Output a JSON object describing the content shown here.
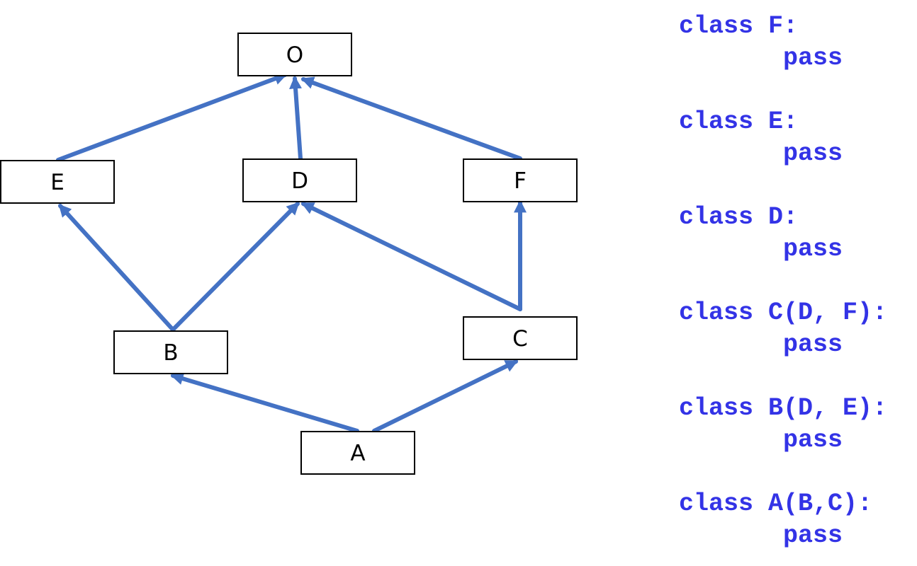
{
  "colors": {
    "edge": "#4472c4",
    "code": "#3333e6",
    "box_stroke": "#000000"
  },
  "nodes": [
    {
      "id": "O",
      "label": "O"
    },
    {
      "id": "E",
      "label": "E"
    },
    {
      "id": "D",
      "label": "D"
    },
    {
      "id": "F",
      "label": "F"
    },
    {
      "id": "B",
      "label": "B"
    },
    {
      "id": "C",
      "label": "C"
    },
    {
      "id": "A",
      "label": "A"
    }
  ],
  "edges": [
    {
      "from": "E",
      "to": "O"
    },
    {
      "from": "D",
      "to": "O"
    },
    {
      "from": "F",
      "to": "O"
    },
    {
      "from": "B",
      "to": "E"
    },
    {
      "from": "B",
      "to": "D"
    },
    {
      "from": "C",
      "to": "D"
    },
    {
      "from": "C",
      "to": "F"
    },
    {
      "from": "A",
      "to": "B"
    },
    {
      "from": "A",
      "to": "C"
    }
  ],
  "code": [
    {
      "header": "class F:",
      "body": "pass"
    },
    {
      "header": "class E:",
      "body": "pass"
    },
    {
      "header": "class D:",
      "body": "pass"
    },
    {
      "header": "class C(D, F):",
      "body": "pass"
    },
    {
      "header": "class B(D, E):",
      "body": "pass"
    },
    {
      "header": "class A(B,C):",
      "body": "pass"
    }
  ]
}
